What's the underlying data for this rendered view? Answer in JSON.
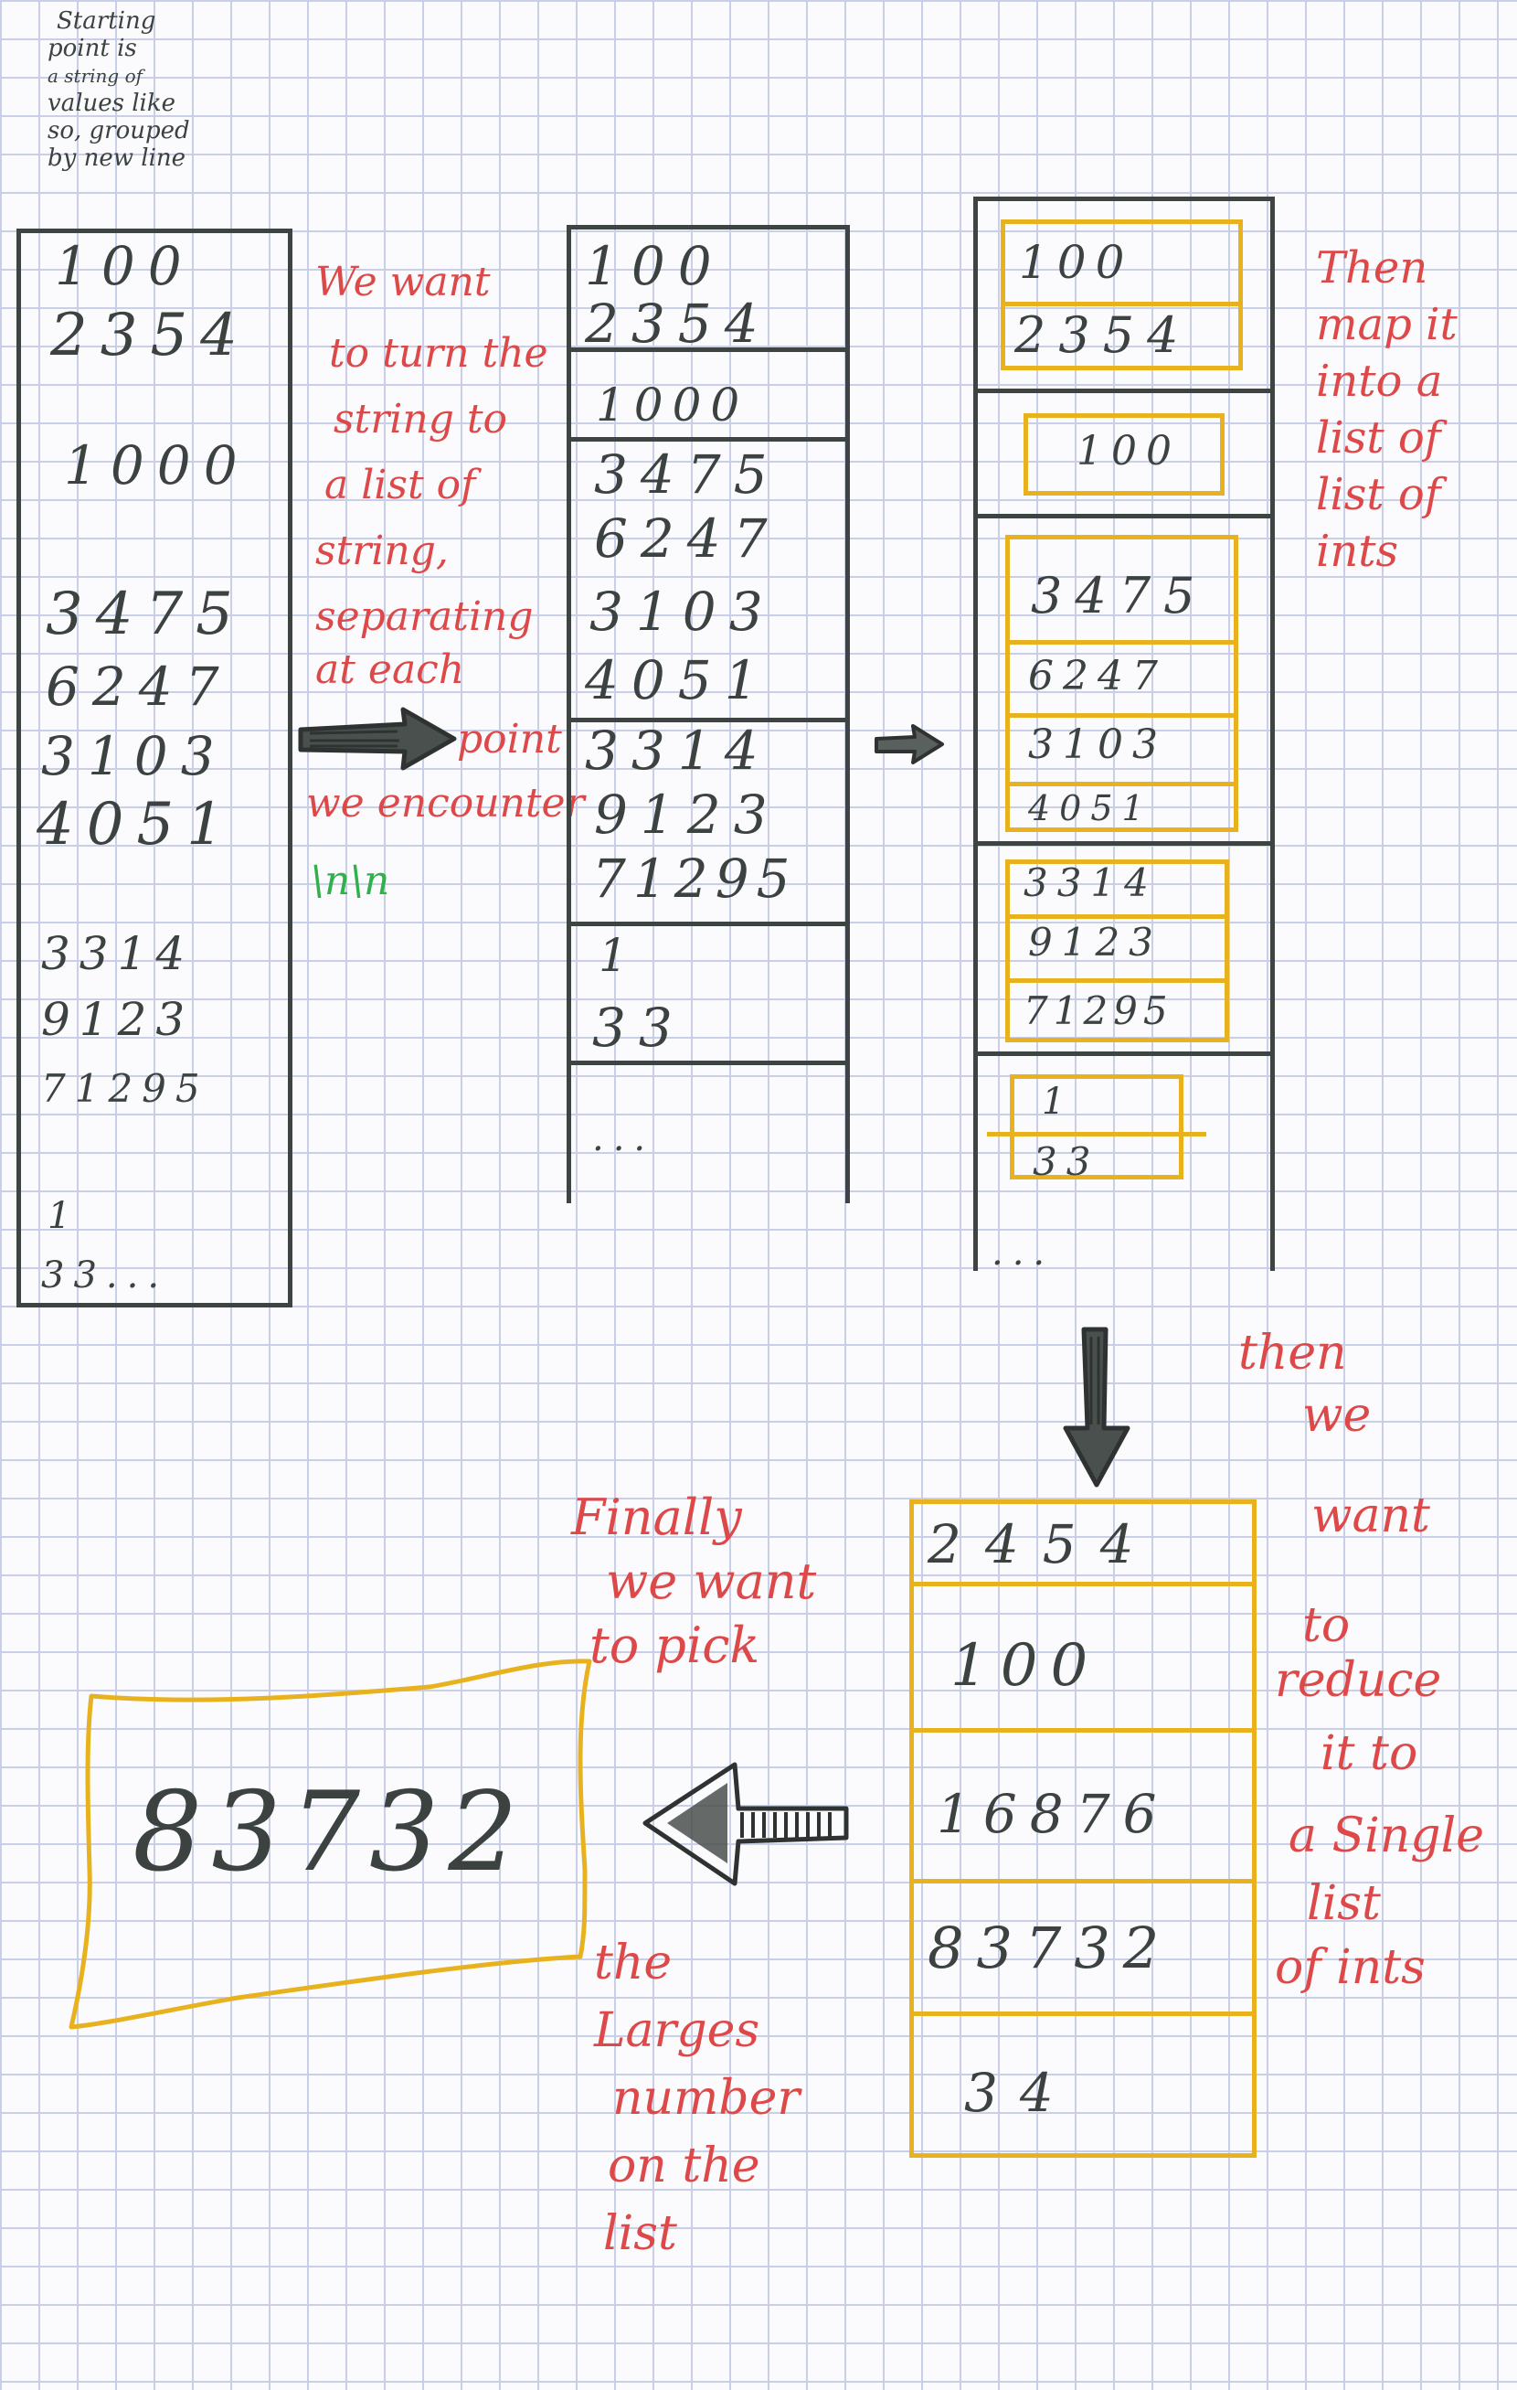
{
  "notes": {
    "intro": [
      "Starting",
      "point is",
      "a string of",
      "values like",
      "so, grouped",
      "by  new line"
    ],
    "step1": [
      "We want",
      "to turn the",
      "string to",
      "a list of",
      "string,",
      "separating",
      "at each",
      "point",
      "we encounter"
    ],
    "step1_token": "\\n\\n",
    "step2": [
      "Then",
      "map it",
      "into a",
      "list of",
      "list of",
      "ints"
    ],
    "step3": [
      "then",
      "we",
      "want",
      "to",
      "reduce",
      "it to",
      "a Single",
      "list",
      "of ints"
    ],
    "step4_top": [
      "Finally",
      "we want",
      "to pick"
    ],
    "step4_bottom": [
      "the",
      "Larges",
      "number",
      "on the",
      "list"
    ]
  },
  "raw_values": [
    "100",
    "2354",
    "1000",
    "3475",
    "6247",
    "3103",
    "4051",
    "3314",
    "9123",
    "71295",
    "1",
    "33..."
  ],
  "string_groups": [
    [
      "100",
      "2354"
    ],
    [
      "1000"
    ],
    [
      "3475",
      "6247",
      "3103",
      "4051"
    ],
    [
      "3314",
      "9123",
      "71295"
    ],
    [
      "1",
      "33"
    ]
  ],
  "int_groups": [
    [
      "100",
      "2354"
    ],
    [
      "100"
    ],
    [
      "3475",
      "6247",
      "3103",
      "4051"
    ],
    [
      "3314",
      "9123",
      "71295"
    ],
    [
      "1",
      "33"
    ]
  ],
  "ellipsis": "...",
  "reduced_list": [
    "2454",
    "100",
    "16876",
    "83732",
    "34"
  ],
  "result": "83732"
}
